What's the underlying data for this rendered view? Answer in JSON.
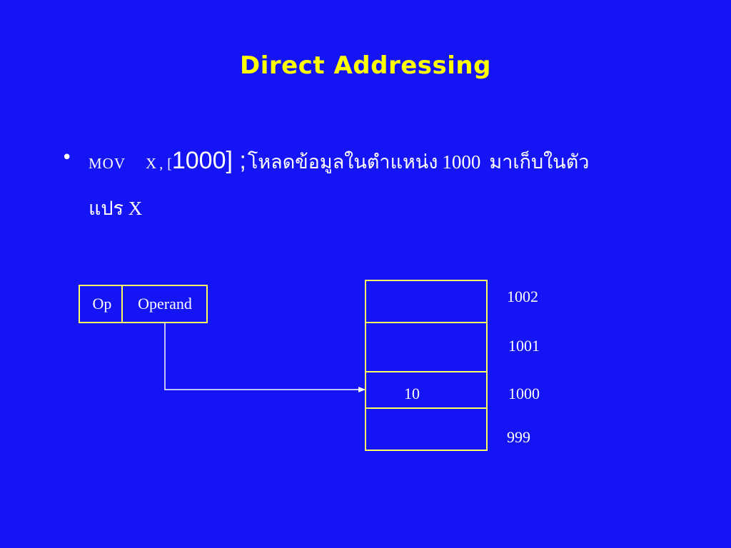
{
  "slide": {
    "title": "Direct Addressing",
    "bullet_glyph": "•",
    "bullet": {
      "mnemonic": "MOV",
      "dest": "X",
      "comma": ",",
      "open_bracket": "[",
      "address_expr": "1000] ;",
      "comment_part1": "โหลดข้อมูลในตำแหน่ง",
      "comment_number": "1000",
      "comment_part2": "มาเก็บในตัว",
      "comment_part3": "แปร X"
    }
  },
  "instruction": {
    "op_label": "Op",
    "operand_label": "Operand"
  },
  "memory": {
    "cells": [
      {
        "value": "",
        "address": "1002"
      },
      {
        "value": "",
        "address": "1001"
      },
      {
        "value": "10",
        "address": "1000"
      },
      {
        "value": "",
        "address": "999"
      }
    ]
  },
  "colors": {
    "background": "#1414f5",
    "title": "#ffff00",
    "box_border": "#ffff66",
    "text": "#ffffff"
  }
}
